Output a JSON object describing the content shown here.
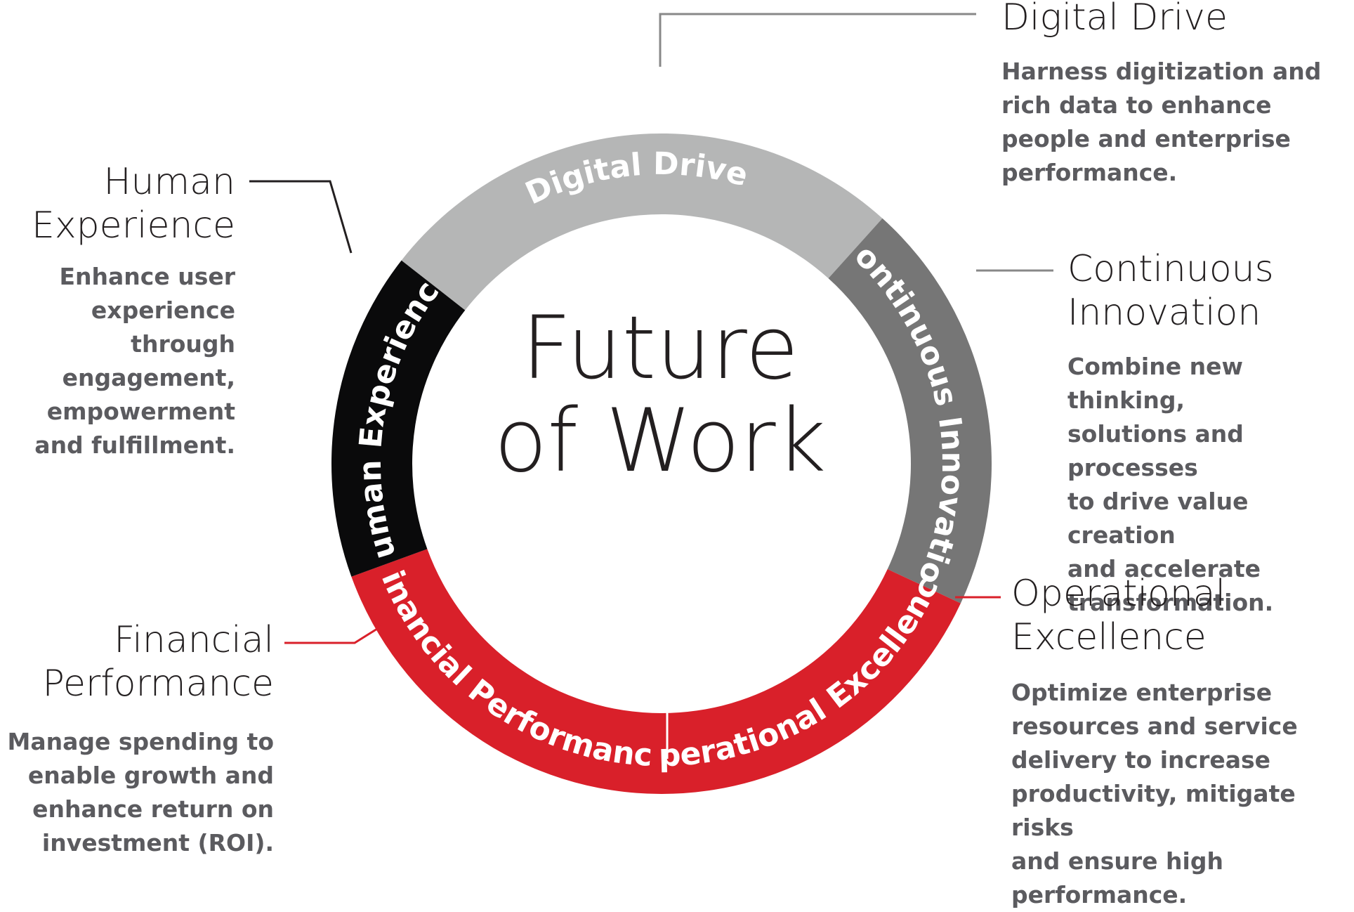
{
  "center_title": "Future\nof Work",
  "segments": [
    {
      "id": "digital-drive",
      "label": "Digital Drive",
      "color": "#b5b6b6"
    },
    {
      "id": "continuous-innovation",
      "label": "Continuous Innovation",
      "color": "#767676"
    },
    {
      "id": "operational-excellence",
      "label": "Operational Excellence",
      "color": "#d9202a"
    },
    {
      "id": "financial-performance",
      "label": "Financial Performance",
      "color": "#d9202a"
    },
    {
      "id": "human-experience",
      "label": "Human Experience",
      "color": "#0a0a0b"
    }
  ],
  "callouts": {
    "digital_drive": {
      "title": "Digital Drive",
      "desc": "Harness digitization and\nrich data to enhance\npeople and enterprise\nperformance."
    },
    "continuous_innovation": {
      "title": "Continuous\nInnovation",
      "desc": "Combine new thinking,\nsolutions and processes\nto drive value creation\nand accelerate\ntransformation."
    },
    "operational_excellence": {
      "title": "Operational\nExcellence",
      "desc": "Optimize enterprise\nresources and service\ndelivery to increase\nproductivity, mitigate risks\nand ensure high\nperformance."
    },
    "financial_performance": {
      "title": "Financial\nPerformance",
      "desc": "Manage spending to\nenable growth and\nenhance return on\ninvestment (ROI)."
    },
    "human_experience": {
      "title": "Human\nExperience",
      "desc": "Enhance user\nexperience through\nengagement,\nempowerment\nand fulfillment."
    }
  },
  "colors": {
    "gray_light": "#b5b6b6",
    "gray_dark": "#767676",
    "red": "#d9202a",
    "black": "#0a0a0b",
    "leader_gray": "#888888",
    "leader_red": "#d9202a",
    "leader_black": "#231f20"
  }
}
